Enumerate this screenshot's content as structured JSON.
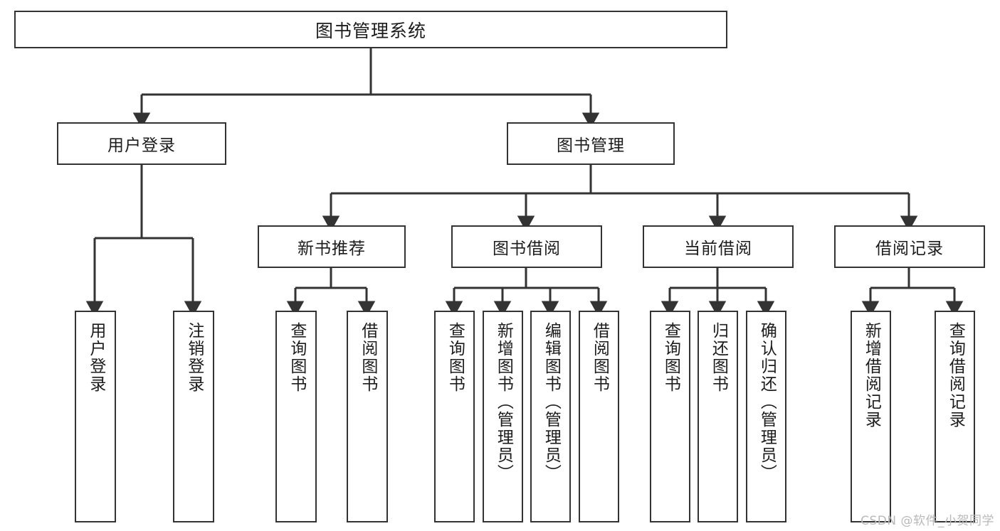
{
  "diagram": {
    "title": "图书管理系统",
    "type": "tree-hierarchy",
    "watermark": "CSDN @软件_小贺同学",
    "colors": {
      "background": "#ffffff",
      "border": "#333333",
      "text": "#1c1c1c",
      "edge": "#333333",
      "watermark": "#b9b9b9"
    }
  },
  "nodes": {
    "root": {
      "label": "图书管理系统"
    },
    "level2": [
      {
        "label": "用户登录"
      },
      {
        "label": "图书管理"
      }
    ],
    "level3": [
      {
        "label": "新书推荐"
      },
      {
        "label": "图书借阅"
      },
      {
        "label": "当前借阅"
      },
      {
        "label": "借阅记录"
      }
    ],
    "leaves": {
      "user_login": [
        {
          "label": "用户登录"
        },
        {
          "label": "注销登录"
        }
      ],
      "new_book": [
        {
          "label": "查询图书"
        },
        {
          "label": "借阅图书"
        }
      ],
      "book_borrow": [
        {
          "label": "查询图书"
        },
        {
          "label": "新增图书（管理员）"
        },
        {
          "label": "编辑图书（管理员）"
        },
        {
          "label": "借阅图书"
        }
      ],
      "current_borrow": [
        {
          "label": "查询图书"
        },
        {
          "label": "归还图书"
        },
        {
          "label": "确认归还（管理员）"
        }
      ],
      "borrow_record": [
        {
          "label": "新增借阅记录"
        },
        {
          "label": "查询借阅记录"
        }
      ]
    }
  }
}
